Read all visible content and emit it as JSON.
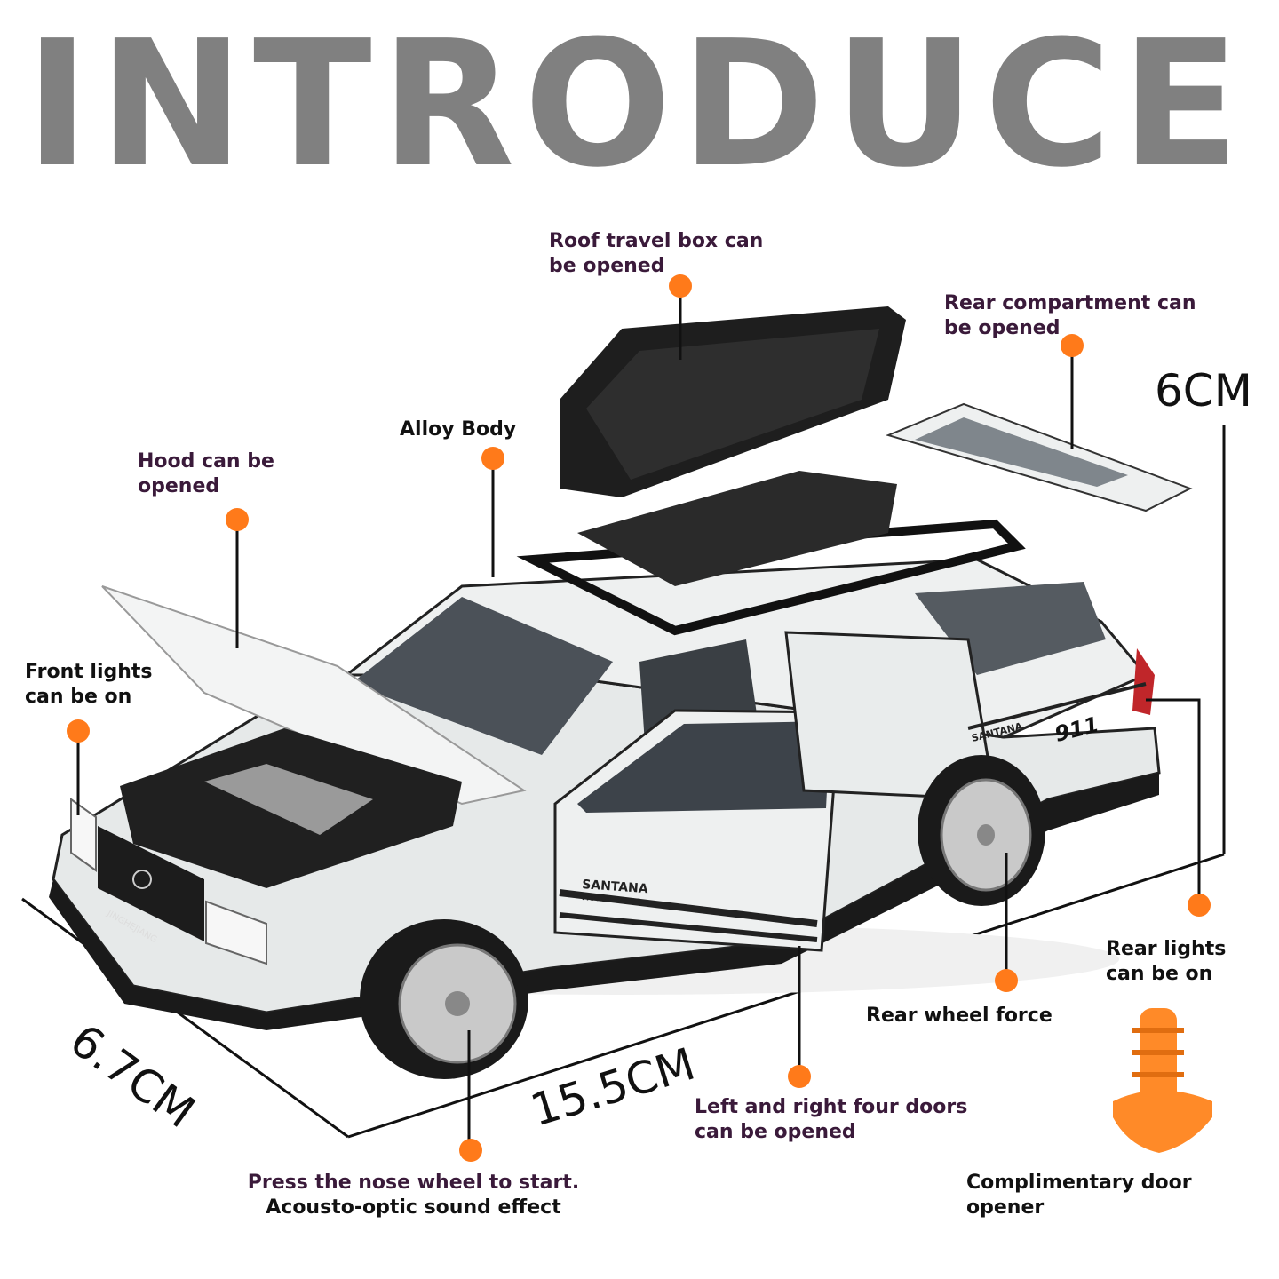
{
  "title": "INTRODUCE",
  "colors": {
    "title": "#808080",
    "label_dark": "#3a1a3a",
    "label_black": "#111111",
    "marker": "#ff7a1a",
    "car_body": "#e9ecec",
    "opener": "#ff8a28"
  },
  "labels": {
    "roof_box": [
      "Roof travel box can",
      "be opened"
    ],
    "rear_compartment": [
      "Rear compartment can",
      "be opened"
    ],
    "alloy_body": [
      "Alloy Body"
    ],
    "hood": [
      "Hood can be",
      "opened"
    ],
    "front_lights": [
      "Front lights",
      "can be on"
    ],
    "rear_lights": [
      "Rear lights",
      "can be on"
    ],
    "rear_wheel": [
      "Rear wheel force"
    ],
    "doors": [
      "Left and right four doors",
      "can be opened"
    ],
    "nose_wheel": [
      "Press the nose wheel to start.",
      "Acousto-optic sound effect"
    ],
    "door_opener": [
      "Complimentary door",
      "opener"
    ]
  },
  "dimensions": {
    "height": "6CM",
    "width": "6.7CM",
    "length": "15.5CM"
  },
  "car_text": {
    "badge": "SANTANA",
    "badge_sub": "MOTOR SPORT",
    "side_text": "SANTANA",
    "number": "911",
    "plate": "JINGHEJIANG"
  }
}
